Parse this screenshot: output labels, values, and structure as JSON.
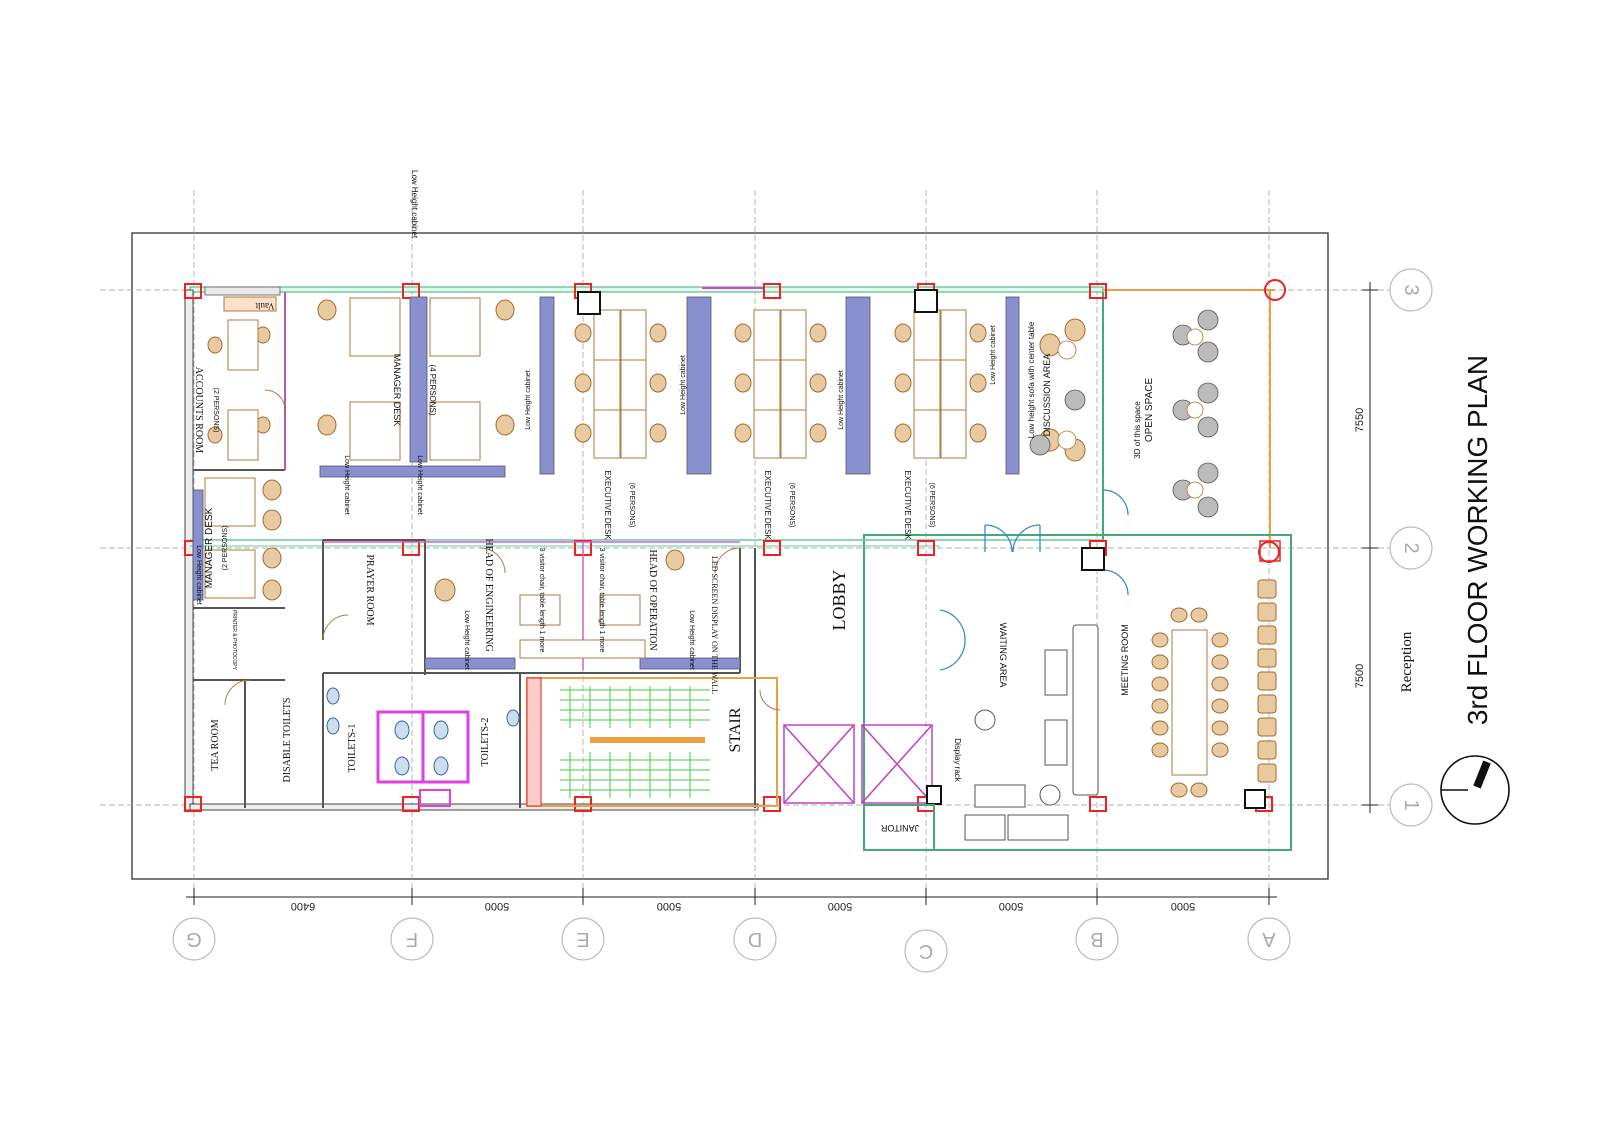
{
  "title": "3rd FLOOR WORKING PLAN",
  "top_note": "Low Height cabinet",
  "grid_letters": [
    "G",
    "F",
    "E",
    "D",
    "C",
    "B",
    "A"
  ],
  "grid_numbers": [
    "3",
    "2",
    "1"
  ],
  "bottom_dims": [
    "6400",
    "5000",
    "5000",
    "5000",
    "5000",
    "5000"
  ],
  "side_dims": [
    "7550",
    "7500"
  ],
  "reception": "Reception",
  "rooms": {
    "accounts": "ACCOUNTS ROOM",
    "accounts_sub": "(2 PERSONS)",
    "vault": "Vault",
    "manager_desk": "MANAGER DESK",
    "manager_desk_sub": "(4 PERSONS)",
    "mgr_desk_small": "MANAGER DESK",
    "mgr_desk_small_sub": "(2 PERSONS)",
    "printer": "PRINTER & PHOTOCOPY",
    "exec_desk": "EXECUTIVE DESK",
    "exec_desk_sub": "(6 PERSONS)",
    "low_cab": "Low Height cabinet",
    "discussion": "DISCUSSION AREA",
    "low_sofa": "Low height sofa with center table",
    "open_space": "OPEN SPACE",
    "open_space_note": "3D of this space",
    "prayer": "PRAYER ROOM",
    "head_eng": "HEAD OF ENGINEERING",
    "head_op": "HEAD OF OPERATION",
    "visitor": "3 visitor chair, table length 1 more",
    "led": "LED SCREEN DISPLAY ON THE WALL",
    "lobby": "LOBBY",
    "waiting": "WAITING AREA",
    "meeting": "MEETING ROOM",
    "tea": "TEA ROOM",
    "disable": "DISABLE TOILETS",
    "toilet1": "TOILETS-1",
    "toilet2": "TOILETS-2",
    "stair": "STAIR",
    "janitor": "JANITOR",
    "display_rack": "Display rack"
  }
}
